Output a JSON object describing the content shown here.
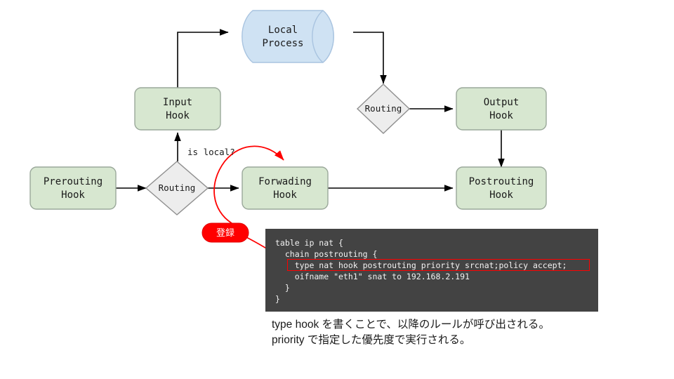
{
  "diagram": {
    "title": "nftables hook flow",
    "nodes": [
      {
        "id": "local-process",
        "label": "Local\nProcess",
        "shape": "cylinder",
        "fill": "#cfe2f3"
      },
      {
        "id": "input-hook",
        "label": "Input\nHook",
        "shape": "rounded-rect",
        "fill": "#d7e7d0"
      },
      {
        "id": "prerouting-hook",
        "label": "Prerouting\nHook",
        "shape": "rounded-rect",
        "fill": "#d7e7d0"
      },
      {
        "id": "forwading-hook",
        "label": "Forwading\nHook",
        "shape": "rounded-rect",
        "fill": "#d7e7d0"
      },
      {
        "id": "output-hook",
        "label": "Output\nHook",
        "shape": "rounded-rect",
        "fill": "#d7e7d0"
      },
      {
        "id": "postrouting-hook",
        "label": "Postrouting\nHook",
        "shape": "rounded-rect",
        "fill": "#d7e7d0"
      },
      {
        "id": "routing-left",
        "label": "Routing",
        "shape": "diamond",
        "fill": "#ededed"
      },
      {
        "id": "routing-right",
        "label": "Routing",
        "shape": "diamond",
        "fill": "#ededed"
      }
    ],
    "node_labels": {
      "local_process_line1": "Local",
      "local_process_line2": "Process",
      "input_hook_line1": "Input",
      "input_hook_line2": "Hook",
      "prerouting_hook_line1": "Prerouting",
      "prerouting_hook_line2": "Hook",
      "forwading_hook_line1": "Forwading",
      "forwading_hook_line2": "Hook",
      "output_hook_line1": "Output",
      "output_hook_line2": "Hook",
      "postrouting_hook_line1": "Postrouting",
      "postrouting_hook_line2": "Hook",
      "routing_left": "Routing",
      "routing_right": "Routing"
    },
    "edge_labels": {
      "is_local": "is local?"
    },
    "badge": {
      "label": "登録",
      "color": "#ff0000",
      "text_color": "#ffffff"
    },
    "annotation_color": "#ff0000"
  },
  "code_panel": {
    "background": "#434343",
    "text_color": "#f2f2f2",
    "lines": [
      "table ip nat {",
      "  chain postrouting {",
      "    type nat hook postrouting priority srcnat;policy accept;",
      "    oifname \"eth1\" snat to 192.168.2.191",
      "  }",
      "}"
    ],
    "full_text": "table ip nat {\n  chain postrouting {\n    type nat hook postrouting priority srcnat;policy accept;\n    oifname \"eth1\" snat to 192.168.2.191\n  }\n}",
    "highlighted_line": "type nat hook postrouting priority srcnat;policy accept;",
    "highlight_color": "#ff0000"
  },
  "caption": {
    "line1": "type hook を書くことで、以降のルールが呼び出される。",
    "line2": "priority で指定した優先度で実行される。",
    "full_text": "type hook を書くことで、以降のルールが呼び出される。\npriority で指定した優先度で実行される。"
  }
}
